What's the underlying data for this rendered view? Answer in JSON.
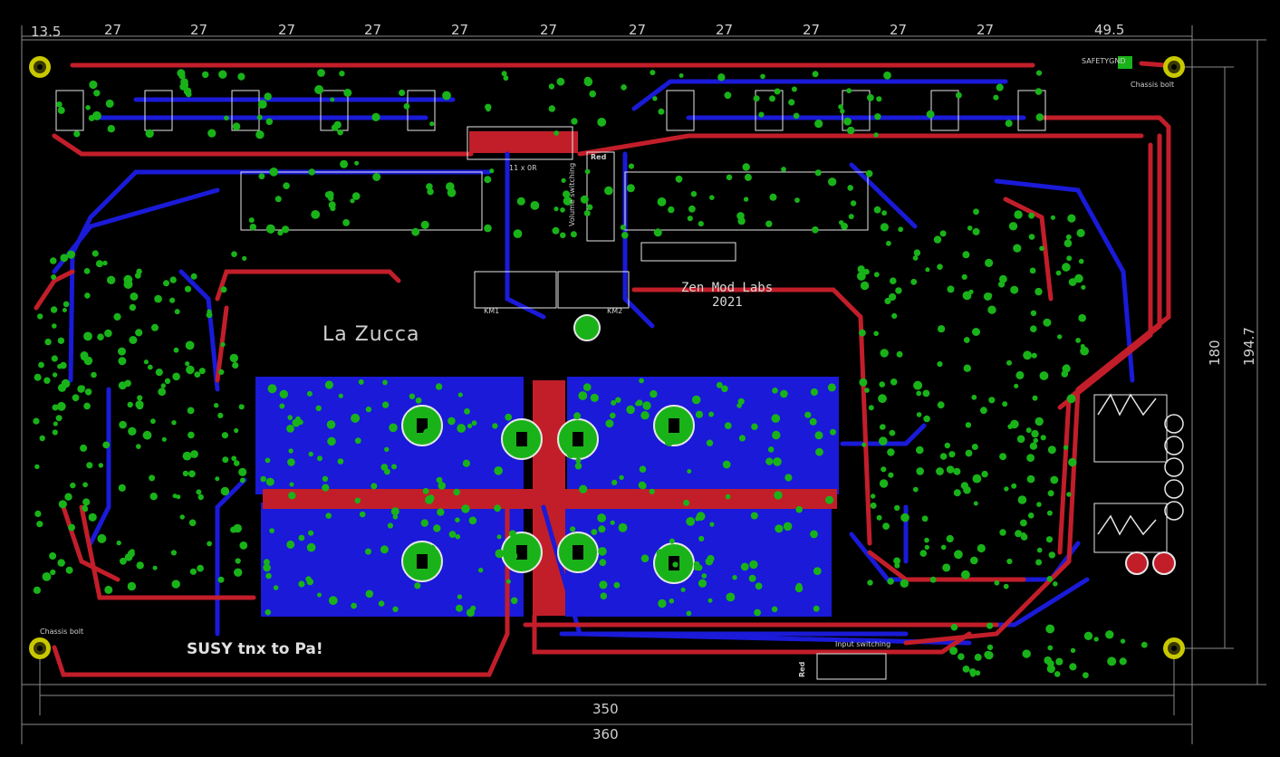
{
  "board": {
    "title": "La Zucca",
    "brand": "Zen Mod Labs",
    "year": "2021",
    "credit": "SUSY tnx to Pa!",
    "safety": "SAFETYGND",
    "switch_top": "11 x 0R",
    "volume_switching": "Volume switching",
    "input_switching": "Input switching",
    "red_top": "Red",
    "red_bottom": "Red",
    "km1": "KM1",
    "km2": "KM2",
    "chassis_bolt_tr": "Chassis bolt",
    "chassis_bolt_bl": "Chassis bolt"
  },
  "dimensions": {
    "top": [
      "13.5",
      "27",
      "27",
      "27",
      "27",
      "27",
      "27",
      "27",
      "27",
      "27",
      "27",
      "27",
      "49.5"
    ],
    "bottom_inner": "350",
    "bottom_outer": "360",
    "right_inner": "180",
    "right_outer": "194.7"
  },
  "colors": {
    "background": "#000000",
    "top_copper": "#c21e2a",
    "bottom_copper": "#1a1ad8",
    "pad": "#19b319",
    "silkscreen": "#e6e6e6",
    "outline": "#8a8a8a"
  }
}
